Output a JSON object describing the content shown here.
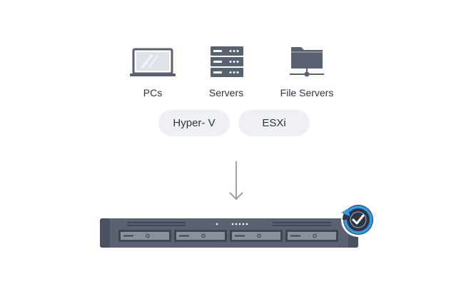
{
  "sources": [
    {
      "icon": "laptop-icon",
      "label": "PCs"
    },
    {
      "icon": "server-rack-icon",
      "label": "Servers"
    },
    {
      "icon": "network-folder-icon",
      "label": "File Servers"
    }
  ],
  "hypervisors": [
    {
      "label": "Hyper- V"
    },
    {
      "label": "ESXi"
    }
  ],
  "target": {
    "device": "rackmount-nas-icon",
    "badge": "backup-check-icon"
  },
  "colors": {
    "icon": "#5a6170",
    "text": "#2d3542",
    "pill_bg": "#eef0f3",
    "nas_body": "#5a6170",
    "badge_ring": "#2f9be8",
    "badge_core": "#2e3443"
  }
}
